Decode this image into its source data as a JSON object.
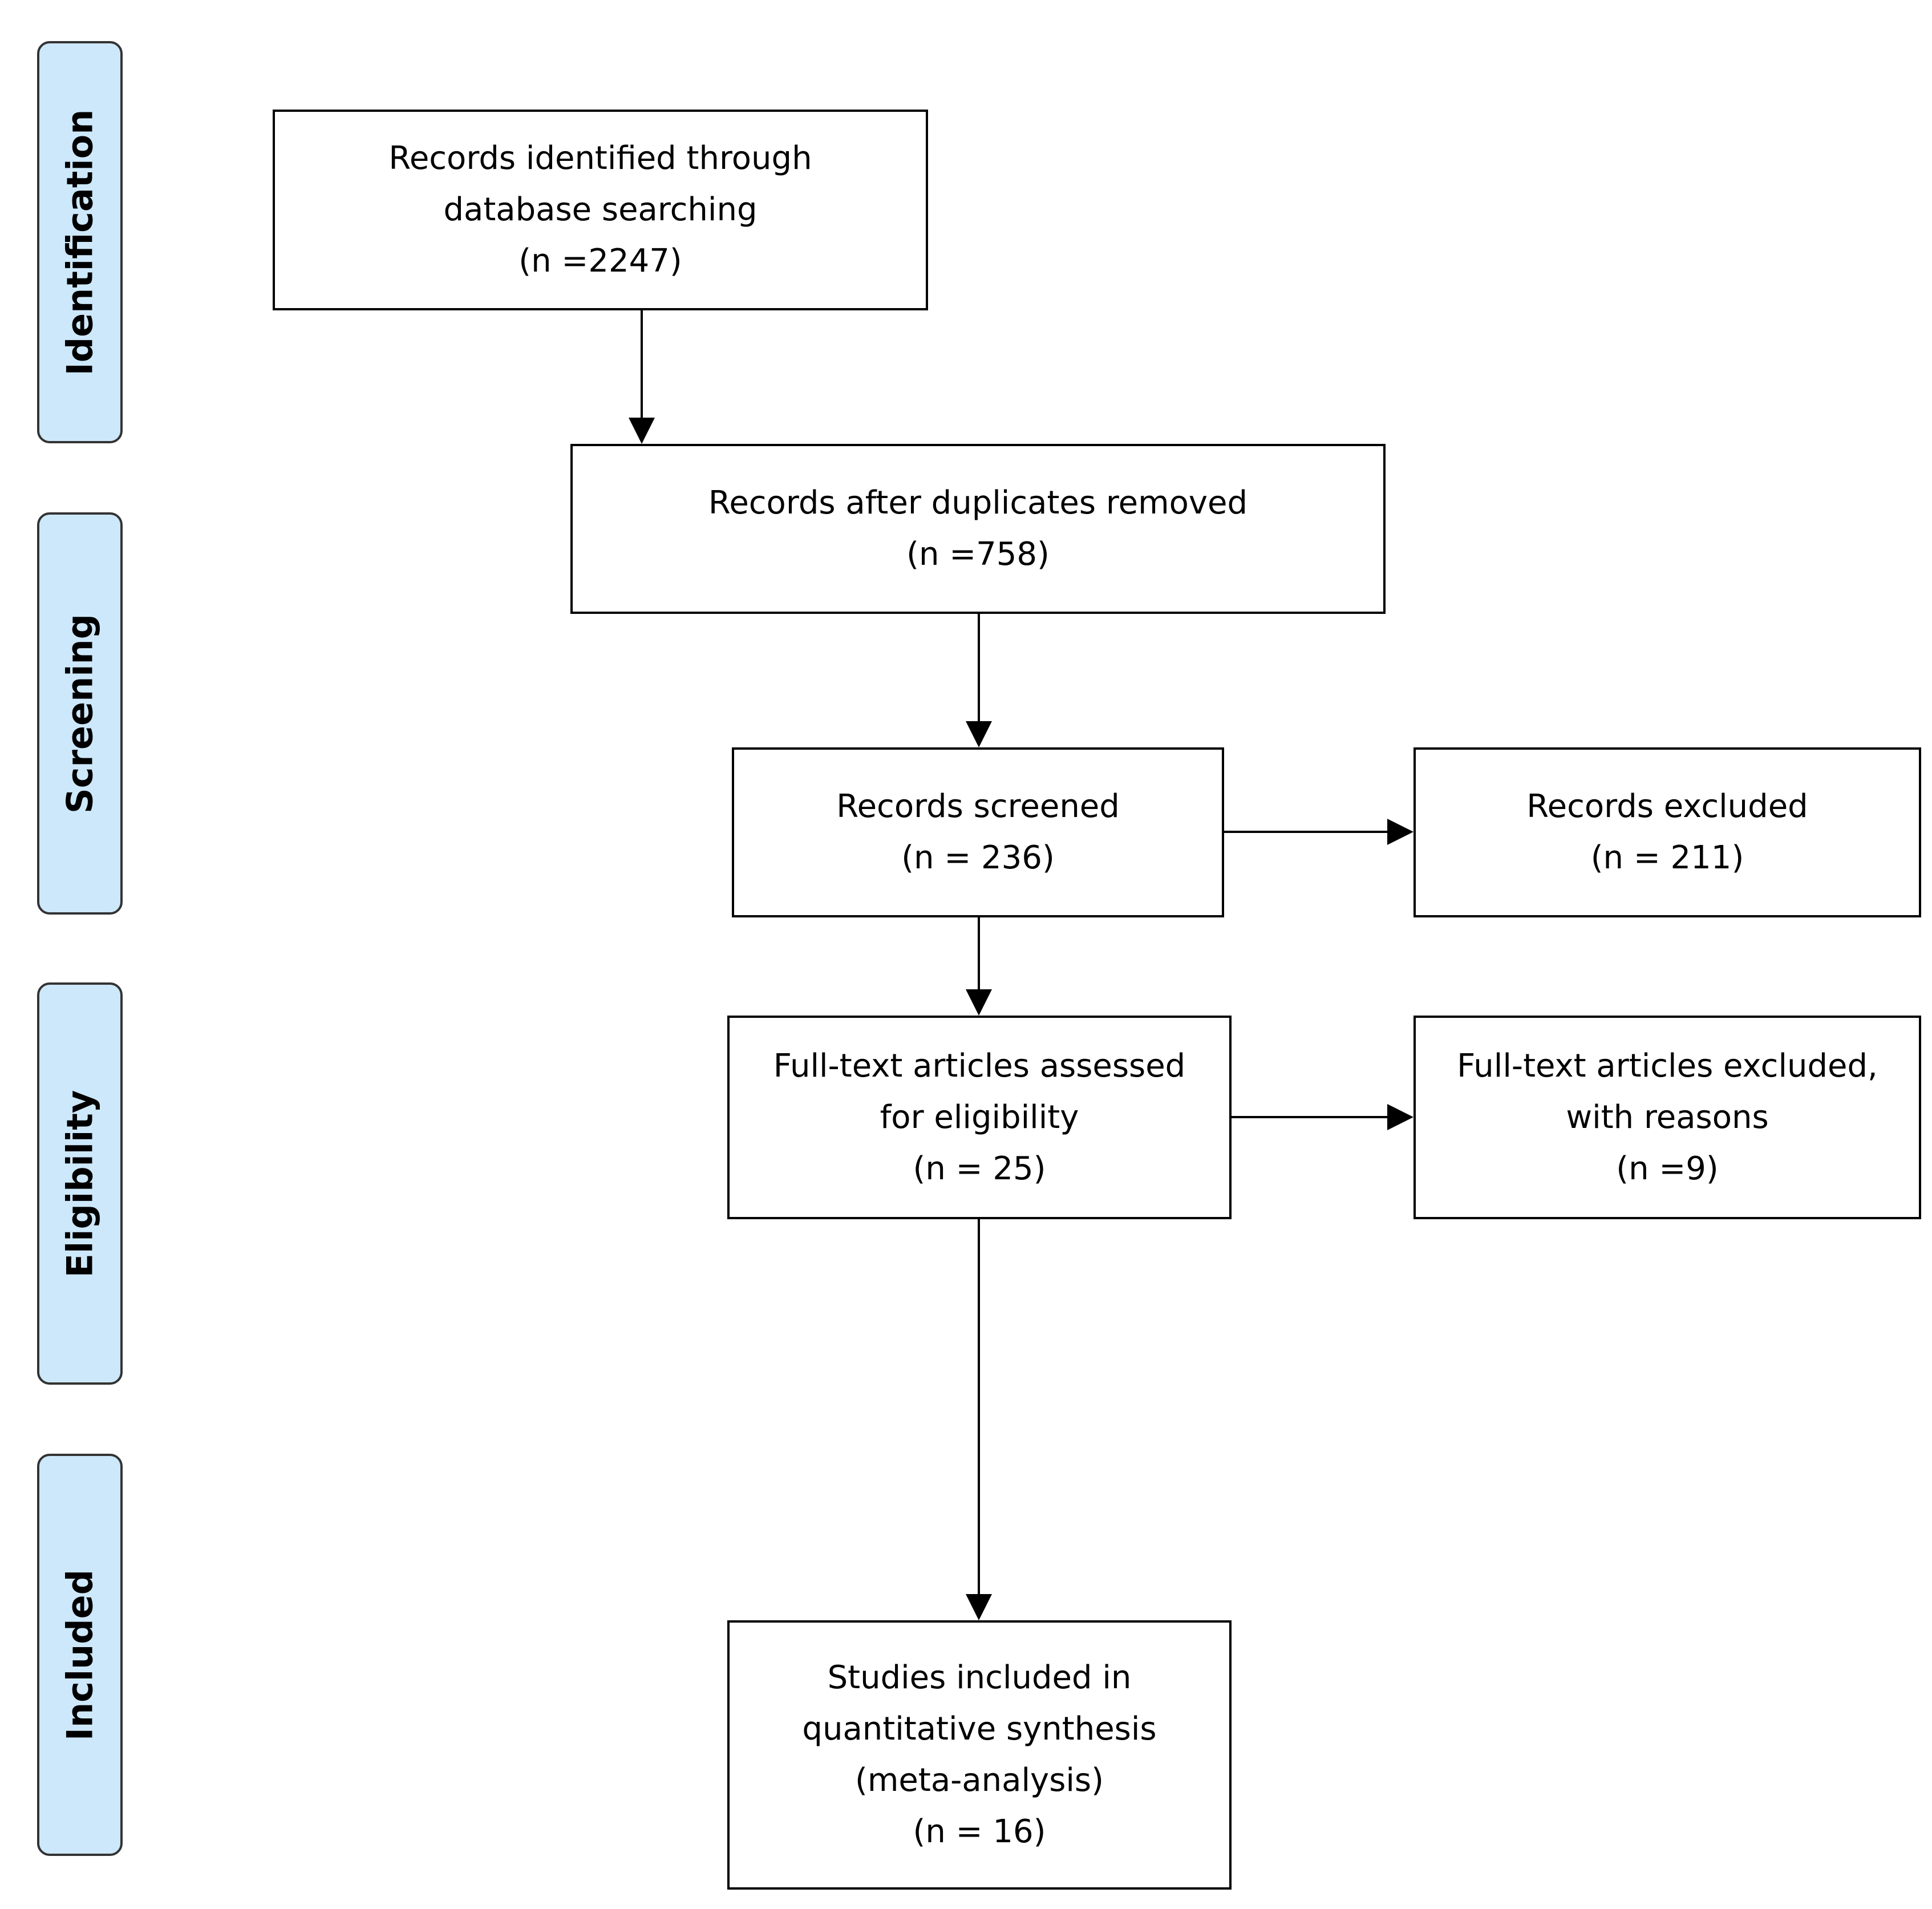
{
  "phases": {
    "identification": "Identification",
    "screening": "Screening",
    "eligibility": "Eligibility",
    "included": "Included"
  },
  "boxes": {
    "identified": {
      "line1": "Records identified through",
      "line2": "database searching",
      "line3": "(n =2247)"
    },
    "after_duplicates": {
      "line1": "Records after duplicates removed",
      "line2": "(n =758)"
    },
    "screened": {
      "line1": "Records screened",
      "line2": "(n = 236)"
    },
    "excluded": {
      "line1": "Records excluded",
      "line2": "(n = 211)"
    },
    "fulltext_assessed": {
      "line1": "Full-text articles assessed",
      "line2": "for eligibility",
      "line3": "(n = 25)"
    },
    "fulltext_excluded": {
      "line1": "Full-text articles excluded,",
      "line2": "with reasons",
      "line3": "(n =9)"
    },
    "included": {
      "line1": "Studies included in",
      "line2": "quantitative synthesis",
      "line3": "(meta-analysis)",
      "line4": "(n = 16)"
    }
  },
  "colors": {
    "phase_fill": "#cde8fa",
    "phase_border": "#333333",
    "box_border": "#000000",
    "arrow": "#000000"
  }
}
